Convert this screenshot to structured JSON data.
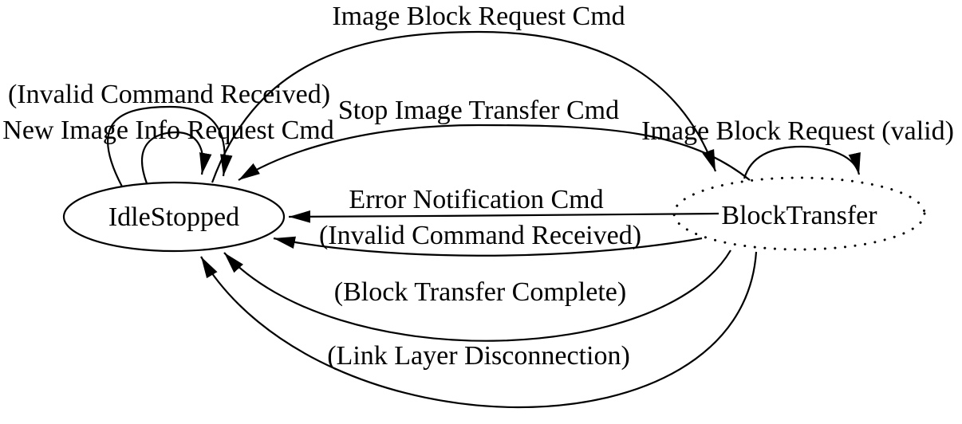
{
  "diagram": {
    "type": "state-machine",
    "background": "#ffffff",
    "stroke_color": "#000000",
    "states": [
      {
        "id": "IdleStopped",
        "label": "IdleStopped",
        "border": "solid"
      },
      {
        "id": "BlockTransfer",
        "label": "BlockTransfer",
        "border": "dotted"
      }
    ],
    "transitions": [
      {
        "from": "IdleStopped",
        "to": "BlockTransfer",
        "label": "Image Block Request Cmd"
      },
      {
        "from": "IdleStopped",
        "to": "IdleStopped",
        "label": "(Invalid Command Received)"
      },
      {
        "from": "IdleStopped",
        "to": "IdleStopped",
        "label": "New Image Info Request Cmd"
      },
      {
        "from": "BlockTransfer",
        "to": "IdleStopped",
        "label": "Stop Image Transfer Cmd"
      },
      {
        "from": "BlockTransfer",
        "to": "BlockTransfer",
        "label": "Image Block Request (valid)"
      },
      {
        "from": "BlockTransfer",
        "to": "IdleStopped",
        "label": "Error Notification Cmd"
      },
      {
        "from": "BlockTransfer",
        "to": "IdleStopped",
        "label": "(Invalid Command Received)"
      },
      {
        "from": "BlockTransfer",
        "to": "IdleStopped",
        "label": "(Block Transfer Complete)"
      },
      {
        "from": "BlockTransfer",
        "to": "IdleStopped",
        "label": "(Link Layer Disconnection)"
      }
    ]
  }
}
